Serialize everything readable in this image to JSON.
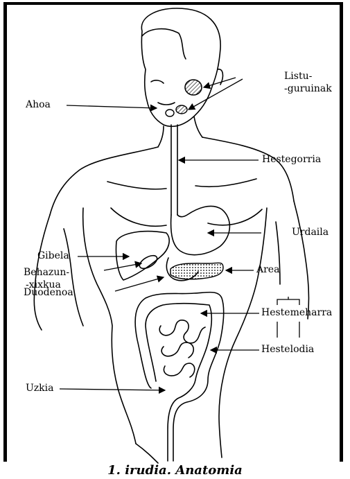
{
  "figure": {
    "caption": "1. irudia. Anatomia"
  },
  "labels": {
    "listu_1": "Listu-",
    "listu_2": "-guruinak",
    "ahoa": "Ahoa",
    "hestegorria": "Hestegorria",
    "urdaila": "Urdaila",
    "gibela": "Gibela",
    "behazun_1": "Behazun-",
    "behazun_2": "-xixkua",
    "area": "Area",
    "duodenoa": "Duodenoa",
    "hestemeharra": "Hestemeharra",
    "hestelodia": "Hestelodia",
    "uzkia": "Uzkia"
  }
}
